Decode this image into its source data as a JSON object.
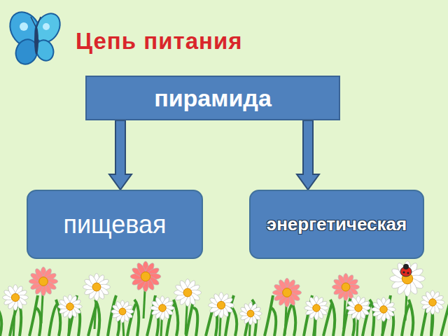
{
  "diagram": {
    "title": "Цепь питания",
    "nodes": [
      {
        "text": [
          "пирамида"
        ]
      },
      {
        "text": [
          "пищевая"
        ]
      },
      {
        "text": [
          "энергетическая"
        ]
      }
    ],
    "edges": [
      {
        "from": 0,
        "to": 1,
        "arrow": "to"
      },
      {
        "from": 0,
        "to": 2,
        "arrow": "to"
      }
    ]
  }
}
